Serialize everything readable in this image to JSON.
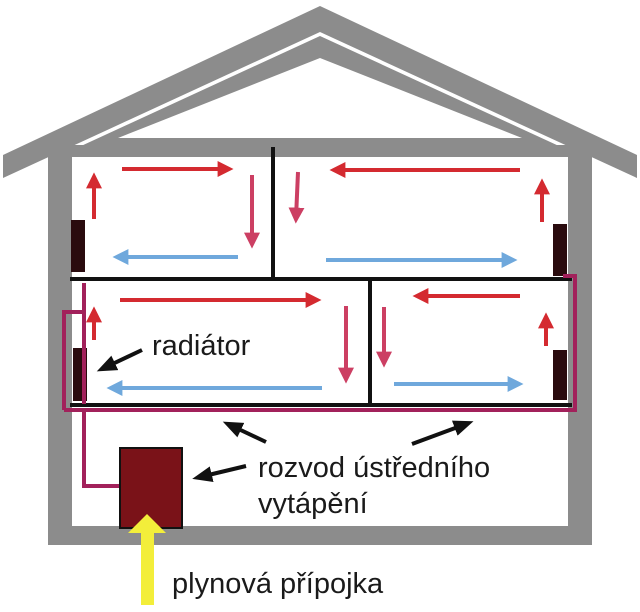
{
  "labels": {
    "radiator": "radiátor",
    "distribution_line1": "rozvod ústředního",
    "distribution_line2": "vytápění",
    "gas": "plynová přípojka"
  },
  "colors": {
    "house": "#8c8c8c",
    "wall_line": "#111111",
    "pipe": "#a2215b",
    "warm_arrow": "#d42a30",
    "cool_arrow": "#6fa8dc",
    "down_arrow": "#cc3f63",
    "boiler": "#7a1218",
    "gas_arrow": "#f3ee3a",
    "pointer": "#111111",
    "radiator": "#2a0b0e"
  }
}
